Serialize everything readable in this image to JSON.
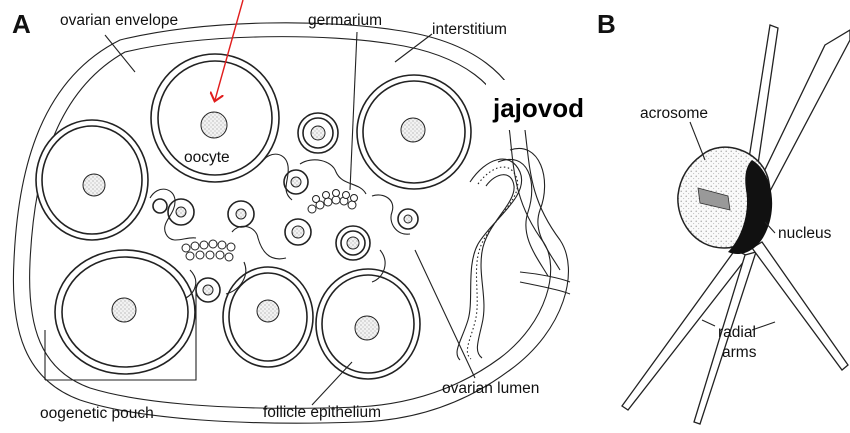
{
  "panels": {
    "a": "A",
    "b": "B"
  },
  "labels": {
    "ovarian_envelope": "ovarian envelope",
    "germarium": "germarium",
    "interstitium": "interstitium",
    "oocyte": "oocyte",
    "oogenetic_pouch": "oogenetic pouch",
    "follicle_epithelium": "follicle epithelium",
    "ovarian_lumen": "ovarian lumen",
    "acrosome": "acrosome",
    "nucleus": "nucleus",
    "radial_arms_line1": "radial",
    "radial_arms_line2": "arms"
  },
  "annotation": {
    "text": "jajovod",
    "arrow_color": "#e11d1d"
  }
}
